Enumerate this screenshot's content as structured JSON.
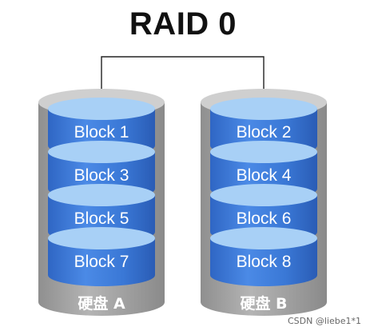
{
  "title": "RAID 0",
  "disks": [
    {
      "label": "硬盘 A",
      "blocks": [
        "Block 1",
        "Block 3",
        "Block 5",
        "Block 7"
      ]
    },
    {
      "label": "硬盘 B",
      "blocks": [
        "Block 2",
        "Block 4",
        "Block 6",
        "Block 8"
      ]
    }
  ],
  "watermark": "CSDN @liebe1*1",
  "colors": {
    "block_fill": "#3a78d6",
    "block_top": "#a8d0f6",
    "disk_body": "#a4a4a4",
    "disk_top": "#cfcfcf",
    "connector": "#222222",
    "title": "#111111"
  }
}
